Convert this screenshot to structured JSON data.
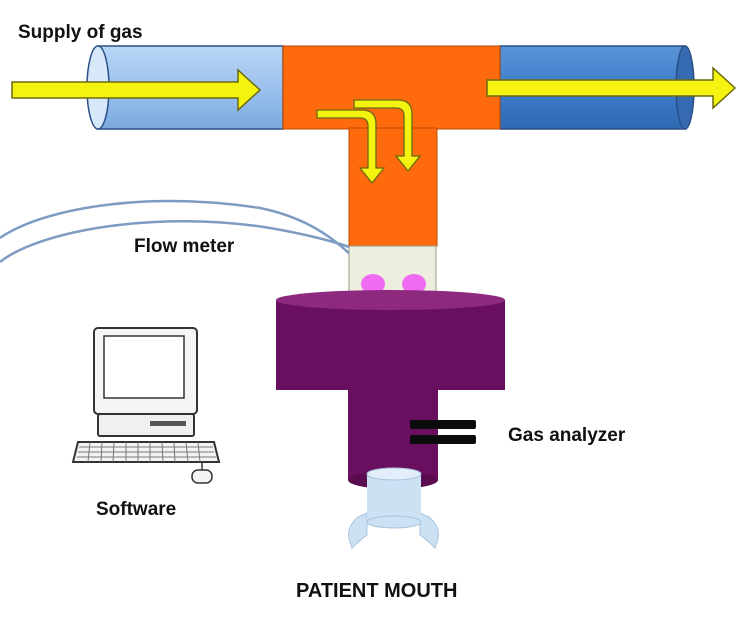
{
  "labels": {
    "supply_of_gas": "Supply of gas",
    "flow_meter": "Flow meter",
    "gas_analyzer": "Gas analyzer",
    "software": "Software",
    "patient_mouth": "PATIENT MOUTH"
  },
  "colors": {
    "pipe_left": "#9cc2ee",
    "pipe_right": "#3f7dc9",
    "t_junction": "#ff6a0c",
    "flow_arrow": "#f4f20f",
    "flow_meter_body": "#eeeede",
    "sensor_dot": "#ef6cf2",
    "collar": "#6a0f5f",
    "mouthpiece": "#cce1f4",
    "cable": "#7e9bc4"
  },
  "icons": {
    "computer": "desktop-computer-icon"
  }
}
